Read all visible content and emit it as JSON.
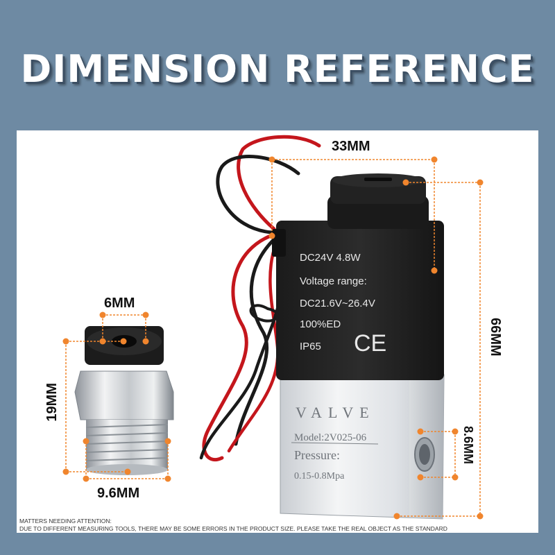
{
  "header": {
    "title": "DIMENSION REFERENCE"
  },
  "dimensions": {
    "coil_width": "33MM",
    "total_height": "66MM",
    "port_height": "8.6MM",
    "tube_diameter": "6MM",
    "fitting_height": "19MM",
    "fitting_width": "9.6MM"
  },
  "coil_label": {
    "line1": "DC24V  4.8W",
    "line2": "Voltage range:",
    "line3": "DC21.6V~26.4V",
    "line4": "100%ED",
    "line5": "IP65",
    "mark": "CE"
  },
  "body_label": {
    "brand": "VALVE",
    "model": "Model:2V025-06",
    "pressure_label": "Pressure:",
    "pressure_value": "0.15-0.8Mpa"
  },
  "notice": {
    "heading": "MATTERS NEEDING ATTENTION:",
    "text": "DUE TO DIFFERENT MEASURING TOOLS, THERE MAY BE SOME ERRORS IN THE PRODUCT SIZE. PLEASE TAKE THE REAL OBJECT AS THE STANDARD"
  },
  "colors": {
    "background": "#6e8aa3",
    "accent": "#f0852d",
    "panel": "#ffffff"
  }
}
